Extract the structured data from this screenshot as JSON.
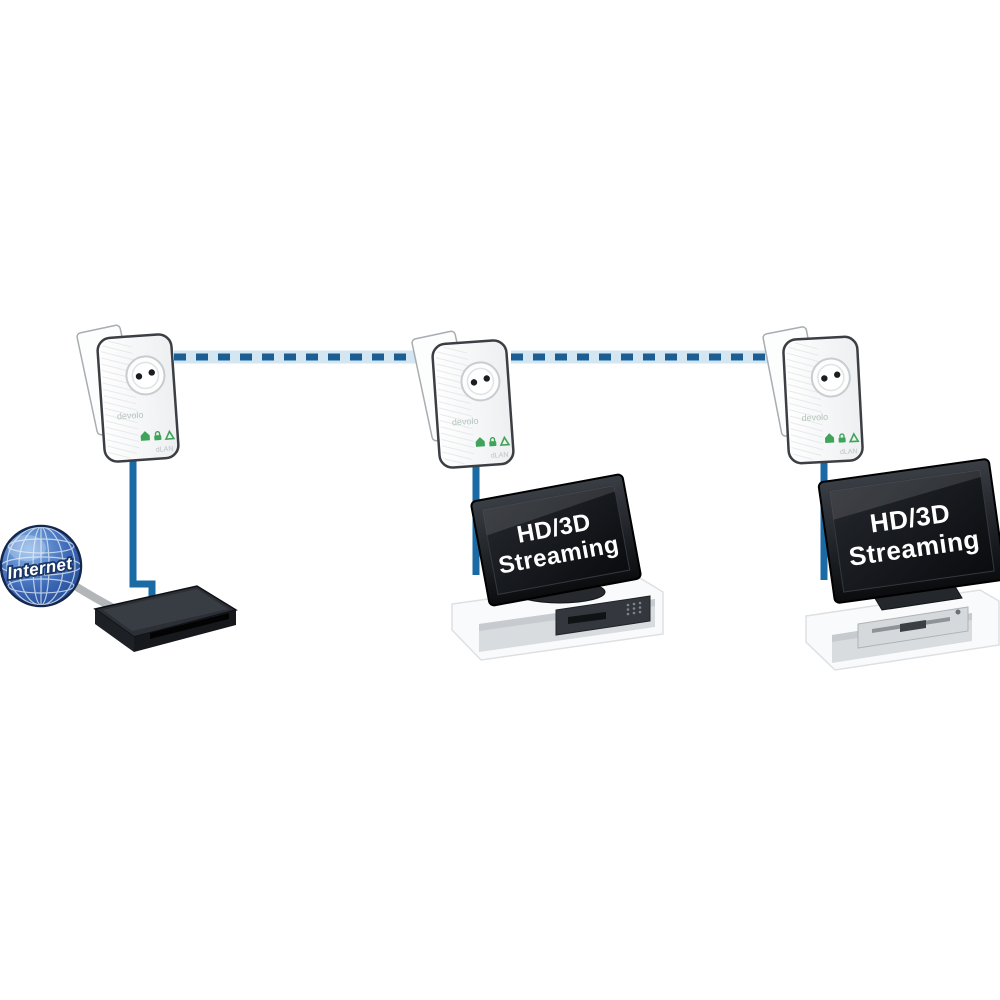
{
  "scene": {
    "description": "Powerline network diagram: three powerline adapters linked by a dashed powerline connection; left adapter feeds a router connected to the Internet, the other two feed TVs streaming HD/3D content",
    "internet": {
      "label": "Internet"
    },
    "adapter": {
      "brand": "devolo",
      "model": "dLAN",
      "led_icons": [
        "house-icon",
        "lock-icon",
        "range-icon"
      ]
    },
    "tv_screen_text": {
      "line1": "HD/3D",
      "line2": "Streaming"
    },
    "devices": [
      "powerline-adapter-left",
      "powerline-adapter-center",
      "powerline-adapter-right",
      "internet-globe",
      "router",
      "tv-center",
      "tv-right",
      "tv-bench-center",
      "tv-bench-right",
      "media-player-center",
      "media-player-right"
    ],
    "colors": {
      "background": "#ffffff",
      "powerline_link_blue": "#1b5e94",
      "powerline_link_halo": "#d4e6f2",
      "ethernet_cable_blue": "#1a6aa4",
      "internet_cable_gray": "#b3b6b9",
      "globe_blue": "#3a66b5",
      "led_green": "#3fa35a",
      "device_black": "#16181c",
      "furniture_white": "#f9fafb"
    }
  }
}
